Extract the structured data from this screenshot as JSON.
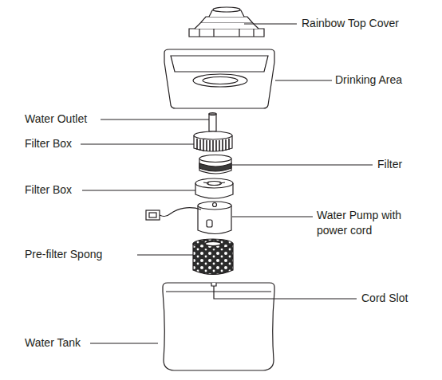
{
  "diagram": {
    "labels": [
      "Rainbow Top Cover",
      "Drinking Area",
      "Water Outlet",
      "Filter Box",
      "Filter",
      "Filter Box",
      "Water Pump with power cord",
      "Pre-filter Spong",
      "Cord Slot",
      "Water Tank"
    ]
  }
}
